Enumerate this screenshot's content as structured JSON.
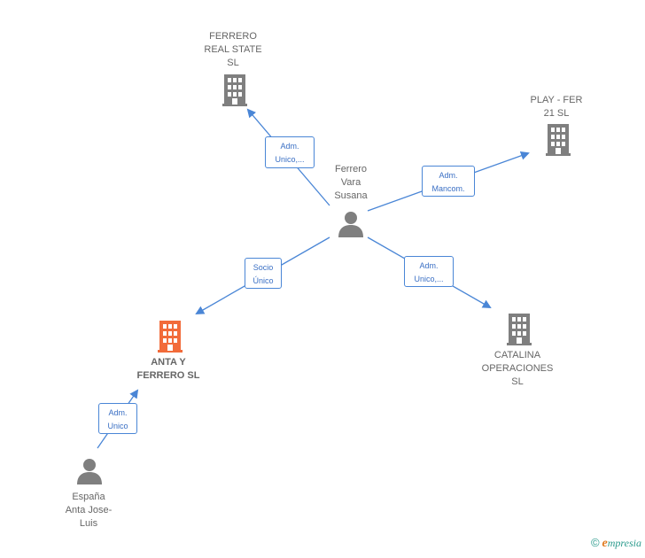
{
  "nodes": {
    "ferrero_real_state": {
      "label": "FERRERO\nREAL STATE\nSL",
      "type": "company"
    },
    "play_fer": {
      "label": "PLAY -  FER\n21  SL",
      "type": "company"
    },
    "ferrero_vara": {
      "label": "Ferrero\nVara\nSusana",
      "type": "person"
    },
    "anta_ferrero": {
      "label": "ANTA Y\nFERRERO  SL",
      "type": "company-main"
    },
    "catalina": {
      "label": "CATALINA\nOPERACIONES\nSL",
      "type": "company"
    },
    "espana_anta": {
      "label": "España\nAnta Jose-\nLuis",
      "type": "person"
    }
  },
  "edges": {
    "e1": {
      "label": "Adm.\nUnico,..."
    },
    "e2": {
      "label": "Adm.\nMancom."
    },
    "e3": {
      "label": "Socio\nÚnico"
    },
    "e4": {
      "label": "Adm.\nUnico,..."
    },
    "e5": {
      "label": "Adm.\nUnico"
    }
  },
  "footer": {
    "copyright": "©",
    "brand_e": "e",
    "brand_rest": "mpresia"
  },
  "colors": {
    "edge": "#4a86d6",
    "icon_gray": "#7f7f7f",
    "icon_main": "#f26b3a"
  }
}
